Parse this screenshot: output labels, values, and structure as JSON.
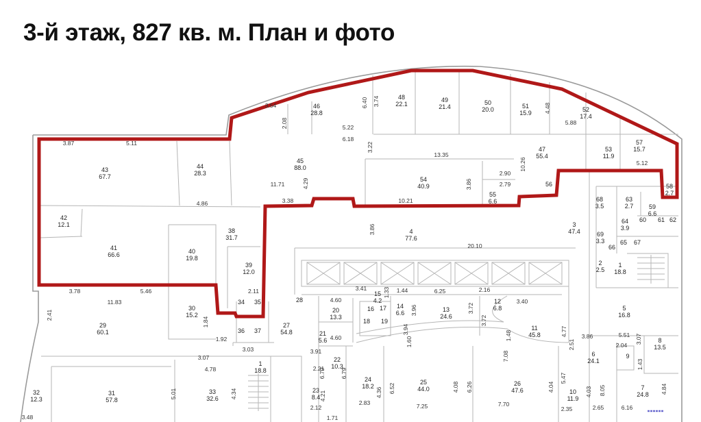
{
  "title": "3-й этаж, 827 кв. м. План и фото",
  "colors": {
    "boundary": "#b01818",
    "walls": "#9a9a9a",
    "text": "#222222"
  },
  "rooms": [
    {
      "num": "43",
      "area": "67.7"
    },
    {
      "num": "44",
      "area": "28.3"
    },
    {
      "num": "45",
      "area": "88.0"
    },
    {
      "num": "46",
      "area": "28.8"
    },
    {
      "num": "48",
      "area": "22.1"
    },
    {
      "num": "49",
      "area": "21.4"
    },
    {
      "num": "50",
      "area": "20.0"
    },
    {
      "num": "51",
      "area": "15.9"
    },
    {
      "num": "52",
      "area": "17.4"
    },
    {
      "num": "47",
      "area": "55.4"
    },
    {
      "num": "53",
      "area": "11.9"
    },
    {
      "num": "57",
      "area": "15.7"
    },
    {
      "num": "54",
      "area": "40.9"
    },
    {
      "num": "55",
      "area": "6.6"
    },
    {
      "num": "56",
      "area": ""
    },
    {
      "num": "58",
      "area": "2.7"
    },
    {
      "num": "42",
      "area": "12.1"
    },
    {
      "num": "41",
      "area": "66.6"
    },
    {
      "num": "38",
      "area": "31.7"
    },
    {
      "num": "40",
      "area": "19.8"
    },
    {
      "num": "39",
      "area": "12.0"
    },
    {
      "num": "4",
      "area": "77.6"
    },
    {
      "num": "3",
      "area": "47.4"
    },
    {
      "num": "68",
      "area": "3.5"
    },
    {
      "num": "63",
      "area": "2.7"
    },
    {
      "num": "59",
      "area": "6.6"
    },
    {
      "num": "64",
      "area": "3.9"
    },
    {
      "num": "60",
      "area": ""
    },
    {
      "num": "61",
      "area": ""
    },
    {
      "num": "62",
      "area": ""
    },
    {
      "num": "69",
      "area": "3.3"
    },
    {
      "num": "66",
      "area": ""
    },
    {
      "num": "65",
      "area": ""
    },
    {
      "num": "67",
      "area": ""
    },
    {
      "num": "2",
      "area": "2.5"
    },
    {
      "num": "1",
      "area": "18.8"
    },
    {
      "num": "5",
      "area": "16.8"
    },
    {
      "num": "30",
      "area": "15.2"
    },
    {
      "num": "34",
      "area": ""
    },
    {
      "num": "35",
      "area": ""
    },
    {
      "num": "36",
      "area": ""
    },
    {
      "num": "37",
      "area": ""
    },
    {
      "num": "29",
      "area": "60.1"
    },
    {
      "num": "27",
      "area": "54.8"
    },
    {
      "num": "20",
      "area": "13.3"
    },
    {
      "num": "15",
      "area": "4.2"
    },
    {
      "num": "16",
      "area": ""
    },
    {
      "num": "17",
      "area": ""
    },
    {
      "num": "18",
      "area": ""
    },
    {
      "num": "19",
      "area": ""
    },
    {
      "num": "14",
      "area": "6.6"
    },
    {
      "num": "13",
      "area": "24.6"
    },
    {
      "num": "12",
      "area": "6.8"
    },
    {
      "num": "11",
      "area": "45.8"
    },
    {
      "num": "21",
      "area": "5.6"
    },
    {
      "num": "22",
      "area": "10.3"
    },
    {
      "num": "6",
      "area": "24.1"
    },
    {
      "num": "8",
      "area": "13.5"
    },
    {
      "num": "9",
      "area": ""
    },
    {
      "num": "7",
      "area": "24.8"
    },
    {
      "num": "10",
      "area": "11.9"
    },
    {
      "num": "26",
      "area": "47.6"
    },
    {
      "num": "25",
      "area": "44.0"
    },
    {
      "num": "24",
      "area": "18.2"
    },
    {
      "num": "23",
      "area": "8.4"
    },
    {
      "num": "1",
      "area": "18.8"
    },
    {
      "num": "31",
      "area": "57.8"
    },
    {
      "num": "33",
      "area": "32.6"
    },
    {
      "num": "32",
      "area": "12.3"
    },
    {
      "num": "28",
      "area": ""
    }
  ],
  "dimensions": [
    "3.87",
    "5.11",
    "3.54",
    "2.08",
    "5.22",
    "6.18",
    "11.71",
    "4.29",
    "4.86",
    "3.38",
    "6.40",
    "3.74",
    "4.48",
    "5.88",
    "3.22",
    "13.35",
    "10.26",
    "5.12",
    "2.90",
    "2.79",
    "3.86",
    "10.21",
    "3.86",
    "20.10",
    "3.78",
    "5.46",
    "11.83",
    "2.41",
    "2.11",
    "1.84",
    "1.92",
    "3.03",
    "3.07",
    "4.78",
    "5.01",
    "4.34",
    "4.60",
    "4.60",
    "3.91",
    "2.21",
    "2.12",
    "3.41",
    "1.33",
    "1.44",
    "6.25",
    "2.16",
    "3.72",
    "3.72",
    "3.94",
    "3.96",
    "1.60",
    "1.48",
    "3.40",
    "4.77",
    "3.86",
    "5.51",
    "2.04",
    "3.07",
    "1.43",
    "2.51",
    "6.79",
    "6.79",
    "4.21",
    "4.36",
    "6.52",
    "4.08",
    "6.26",
    "7.08",
    "4.04",
    "5.47",
    "4.03",
    "8.05",
    "4.84",
    "2.83",
    "7.25",
    "7.70",
    "2.35",
    "2.65",
    "6.16",
    "3.48",
    "1.71"
  ]
}
